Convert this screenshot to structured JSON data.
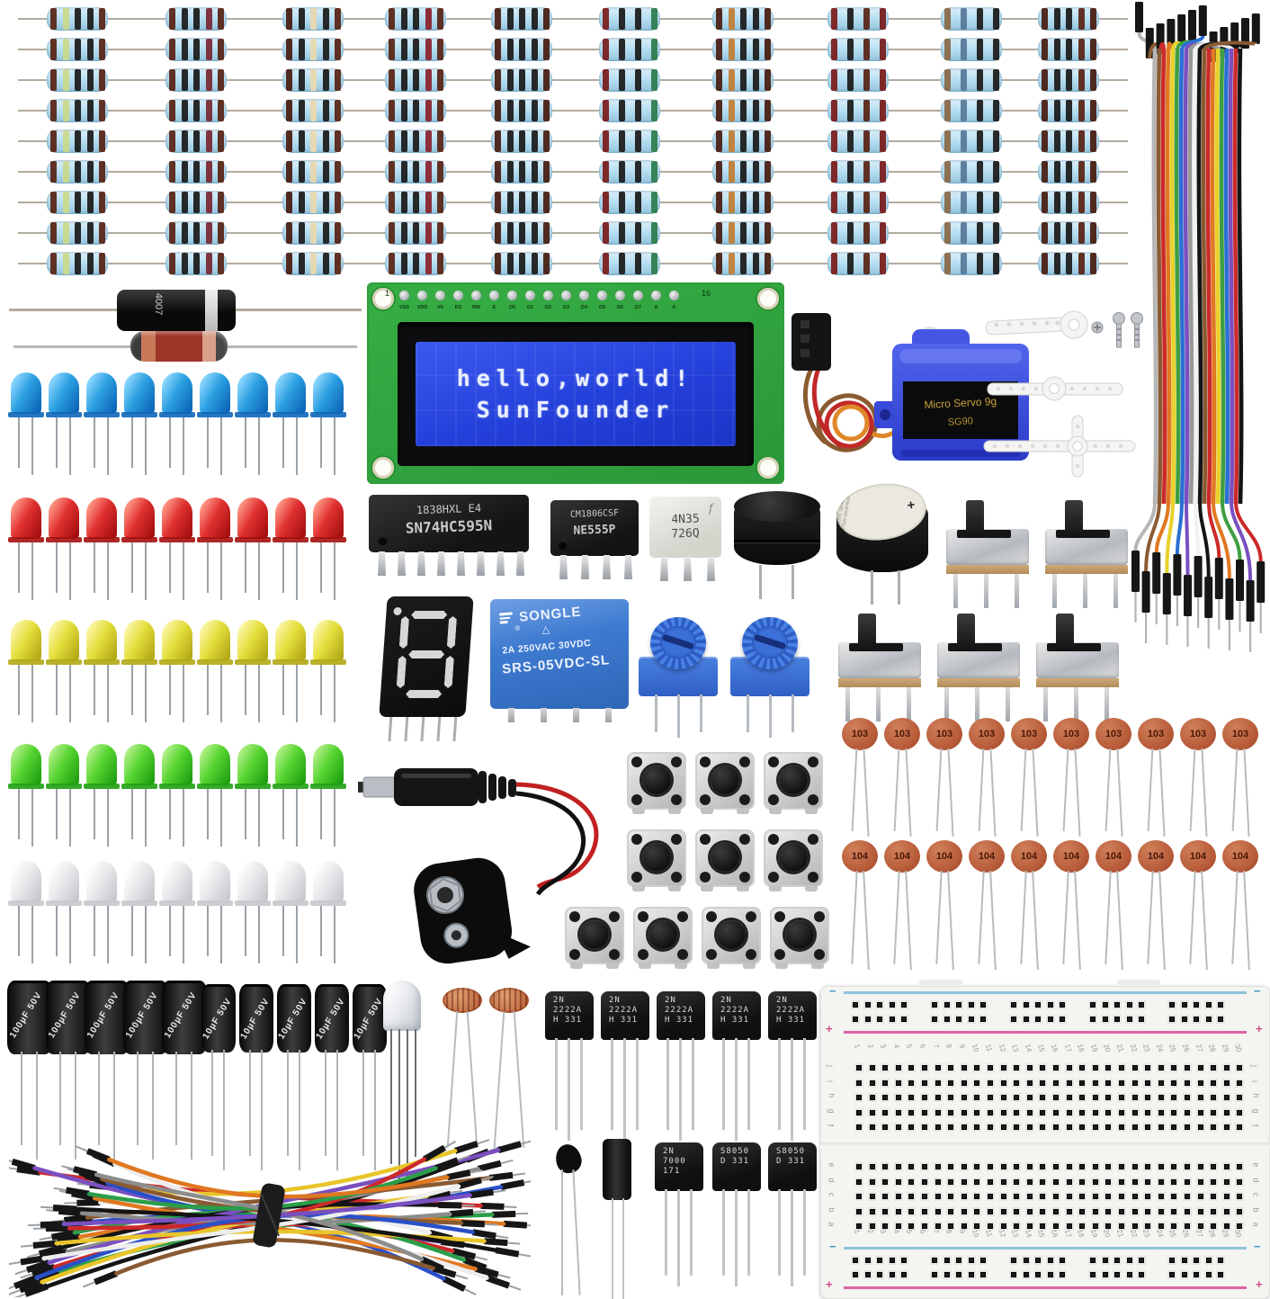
{
  "scene": {
    "description": "Electronics starter kit components laid out on a white background"
  },
  "lcd": {
    "line1": "hello,world!",
    "line2": "SunFounder",
    "pins": [
      "VSS",
      "VDD",
      "V0",
      "RS",
      "RW",
      "E",
      "D0",
      "D1",
      "D2",
      "D3",
      "D4",
      "D5",
      "D6",
      "D7",
      "A",
      "K"
    ],
    "pin_first": "1",
    "pin_last": "16"
  },
  "ics": {
    "shift_register": {
      "line1": "1838HXL E4",
      "line2": "SN74HC595N"
    },
    "timer": {
      "line1": "CM1806CSF",
      "line2": "NE555P"
    },
    "optocoupler": {
      "logo": "ƒ",
      "line1": "4N35",
      "line2": "726Q"
    }
  },
  "relay": {
    "brand": "SONGLE",
    "reg_mark": "®",
    "recycle_mark": "△",
    "rating": "2A 250VAC 30VDC",
    "model": "SRS-05VDC-SL"
  },
  "servo": {
    "label_line1": "Micro Servo 9g",
    "label_line2": "SG90"
  },
  "buzzer_active": {
    "sticker_text": "REMOVE SEAL AFTER WASHING",
    "plus_mark": "+"
  },
  "diode_rectifier": {
    "marking": "4007"
  },
  "seven_segment": {
    "lit_digit": "8"
  },
  "capacitors": {
    "ceramic_103": {
      "label": "103",
      "count": 10
    },
    "ceramic_104": {
      "label": "104",
      "count": 10
    },
    "electrolytic_100uF": {
      "value": "100µF",
      "voltage": "50V",
      "count": 5
    },
    "electrolytic_10uF": {
      "value": "10µF",
      "voltage": "50V",
      "count": 5
    }
  },
  "transistors": {
    "npn_2n2222": {
      "line1": "2N",
      "line2": "2222A",
      "line3": "H 331",
      "count": 5
    },
    "mosfet_2n7000": {
      "line1": "2N",
      "line2": "7000",
      "line3": "171",
      "count": 1
    },
    "npn_s8050": {
      "line1": "S8050",
      "line2": "D 331",
      "count": 2
    }
  },
  "leds": {
    "rows": [
      {
        "name": "blue",
        "count": 9,
        "body": "#2b9fe0",
        "hi": "#8fd8ff",
        "dark": "#0e66b8"
      },
      {
        "name": "red",
        "count": 9,
        "body": "#e03030",
        "hi": "#ff9a88",
        "dark": "#a50f0f"
      },
      {
        "name": "yellow",
        "count": 9,
        "body": "#e4de3c",
        "hi": "#fbf6a8",
        "dark": "#b2a816"
      },
      {
        "name": "green",
        "count": 9,
        "body": "#56d430",
        "hi": "#b4f08a",
        "dark": "#20a012"
      },
      {
        "name": "white",
        "count": 9,
        "body": "#e9e9ec",
        "hi": "#ffffff",
        "dark": "#c6c8cc"
      }
    ]
  },
  "resistors": {
    "rows": 9,
    "body_color": "#b9e0f2",
    "columns": [
      {
        "bands": [
          "#5a2718",
          "#c9d98c",
          "#1d1d1d",
          "#1d1d1d",
          "#5a2718"
        ]
      },
      {
        "bands": [
          "#5a2718",
          "#1d1d1d",
          "#1d1d1d",
          "#7a2a35",
          "#5a2718"
        ]
      },
      {
        "bands": [
          "#4a2014",
          "#1d1d1d",
          "#e8d8b0",
          "#1d1d1d",
          "#5a2718"
        ]
      },
      {
        "bands": [
          "#5a2718",
          "#1d1d1d",
          "#1d1d1d",
          "#8a2530",
          "#5a2718"
        ]
      },
      {
        "bands": [
          "#4a2014",
          "#1d1d1d",
          "#1d1d1d",
          "#1d1d1d",
          "#4a2014"
        ]
      },
      {
        "bands": [
          "#7a1f1f",
          "#1d1d1d",
          "#1d1d1d",
          "#2e7d4f"
        ]
      },
      {
        "bands": [
          "#4a2014",
          "#c08038",
          "#1d1d1d",
          "#1d1d1d",
          "#4a2014"
        ]
      },
      {
        "bands": [
          "#7a1f1f",
          "#1d1d1d",
          "#5a2718",
          "#7a1f1f"
        ]
      },
      {
        "bands": [
          "#8a6a4a",
          "#5a7a9a",
          "#1d1d1d",
          "#1d1d1d"
        ]
      },
      {
        "bands": [
          "#4a2014",
          "#1d1d1d",
          "#1d1d1d",
          "#5a2718",
          "#4a2014"
        ]
      }
    ]
  },
  "switches": {
    "count": 5
  },
  "buttons": {
    "count": 10
  },
  "photoresistors": {
    "count": 2
  },
  "breadboard": {
    "column_numbers": [
      "1",
      "2",
      "3",
      "4",
      "5",
      "6",
      "7",
      "8",
      "9",
      "10",
      "11",
      "12",
      "13",
      "14",
      "15",
      "16",
      "17",
      "18",
      "19",
      "20",
      "21",
      "22",
      "23",
      "24",
      "25",
      "26",
      "27",
      "28",
      "29",
      "30"
    ],
    "row_letters_top": [
      "j",
      "i",
      "h",
      "g",
      "f"
    ],
    "row_letters_bottom": [
      "e",
      "d",
      "c",
      "b",
      "a"
    ],
    "plus_mark": "+",
    "minus_mark": "−"
  },
  "mm_wire_colors": [
    "#cc2a2a",
    "#2a50c8",
    "#2a9e4a",
    "#e8c52a",
    "#e07820",
    "#141414",
    "#ededed",
    "#8c8c8c",
    "#7a4fc0",
    "#8a5a32"
  ],
  "ribbon_colors": [
    "#b6b6b6",
    "#8a5a32",
    "#cc2a2a",
    "#e07820",
    "#e8d22a",
    "#3f9e3f",
    "#2a6fd4",
    "#7a4fc0",
    "#999999",
    "#f2f2f2",
    "#141414",
    "#8a5a32",
    "#cc2a2a",
    "#e07820",
    "#e8d22a",
    "#3f9e3f",
    "#2a6fd4",
    "#7a4fc0",
    "#cc2a2a",
    "#141414"
  ]
}
